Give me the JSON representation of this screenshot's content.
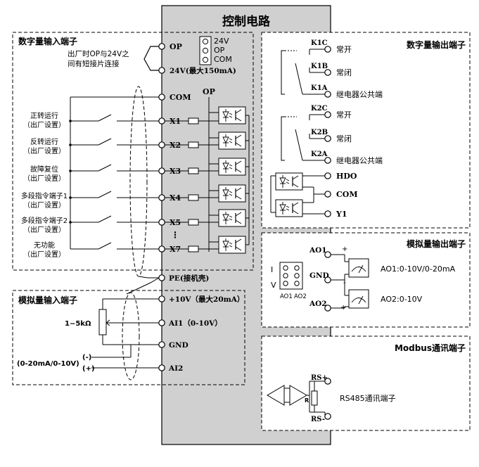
{
  "title": "控制电路",
  "digital_input": {
    "title": "数字量输入端子",
    "note_line1": "出厂时OP与24V之",
    "note_line2": "间有短接片连接",
    "terminals": [
      "OP",
      "24V(最大150mA)",
      "COM",
      "X1",
      "X2",
      "X3",
      "X4",
      "X5",
      "X7"
    ],
    "op_label": "OP",
    "jumper": [
      "24V",
      "OP",
      "COM"
    ],
    "functions": [
      {
        "name": "正转运行",
        "sub": "（出厂设置）"
      },
      {
        "name": "反转运行",
        "sub": "（出厂设置）"
      },
      {
        "name": "故障复位",
        "sub": "（出厂设置）"
      },
      {
        "name": "多段指令端子1",
        "sub": "（出厂设置）"
      },
      {
        "name": "多段指令端子2",
        "sub": "（出厂设置）"
      },
      {
        "name": "无功能",
        "sub": "（出厂设置）"
      }
    ],
    "ellipsis": "⋮"
  },
  "pe": "PE(接机壳)",
  "analog_input": {
    "title": "模拟量输入端子",
    "terminals": [
      "+10V（最大20mA）",
      "AI1（0-10V）",
      "GND",
      "AI2"
    ],
    "pot_label": "1~5kΩ",
    "ai2_range": "(0-20mA/0-10V)",
    "minus": "(-)",
    "plus": "(+)"
  },
  "digital_output": {
    "title": "数字量输出端子",
    "relays": [
      {
        "labels": [
          "K1C",
          "K1B",
          "K1A"
        ],
        "texts": [
          "常开",
          "常闭",
          "继电器公共端"
        ]
      },
      {
        "labels": [
          "K2C",
          "K2B",
          "K2A"
        ],
        "texts": [
          "常开",
          "常闭",
          "继电器公共端"
        ]
      }
    ],
    "terminals": [
      "HDO",
      "COM",
      "Y1"
    ]
  },
  "analog_output": {
    "title": "模拟量输出端子",
    "terminals": [
      "AO1",
      "GND",
      "AO2"
    ],
    "meter1": "AO1:0-10V/0-20mA",
    "meter2": "AO2:0-10V",
    "i_label": "I",
    "v_label": "V",
    "jumper_labels": [
      "AO1",
      "AO2"
    ],
    "plus": "+",
    "minus": "-"
  },
  "modbus": {
    "title": "Modbus通讯端子",
    "terminals": [
      "RS+",
      "RS-"
    ],
    "r_label": "R",
    "rs485": "RS485通讯端子"
  }
}
